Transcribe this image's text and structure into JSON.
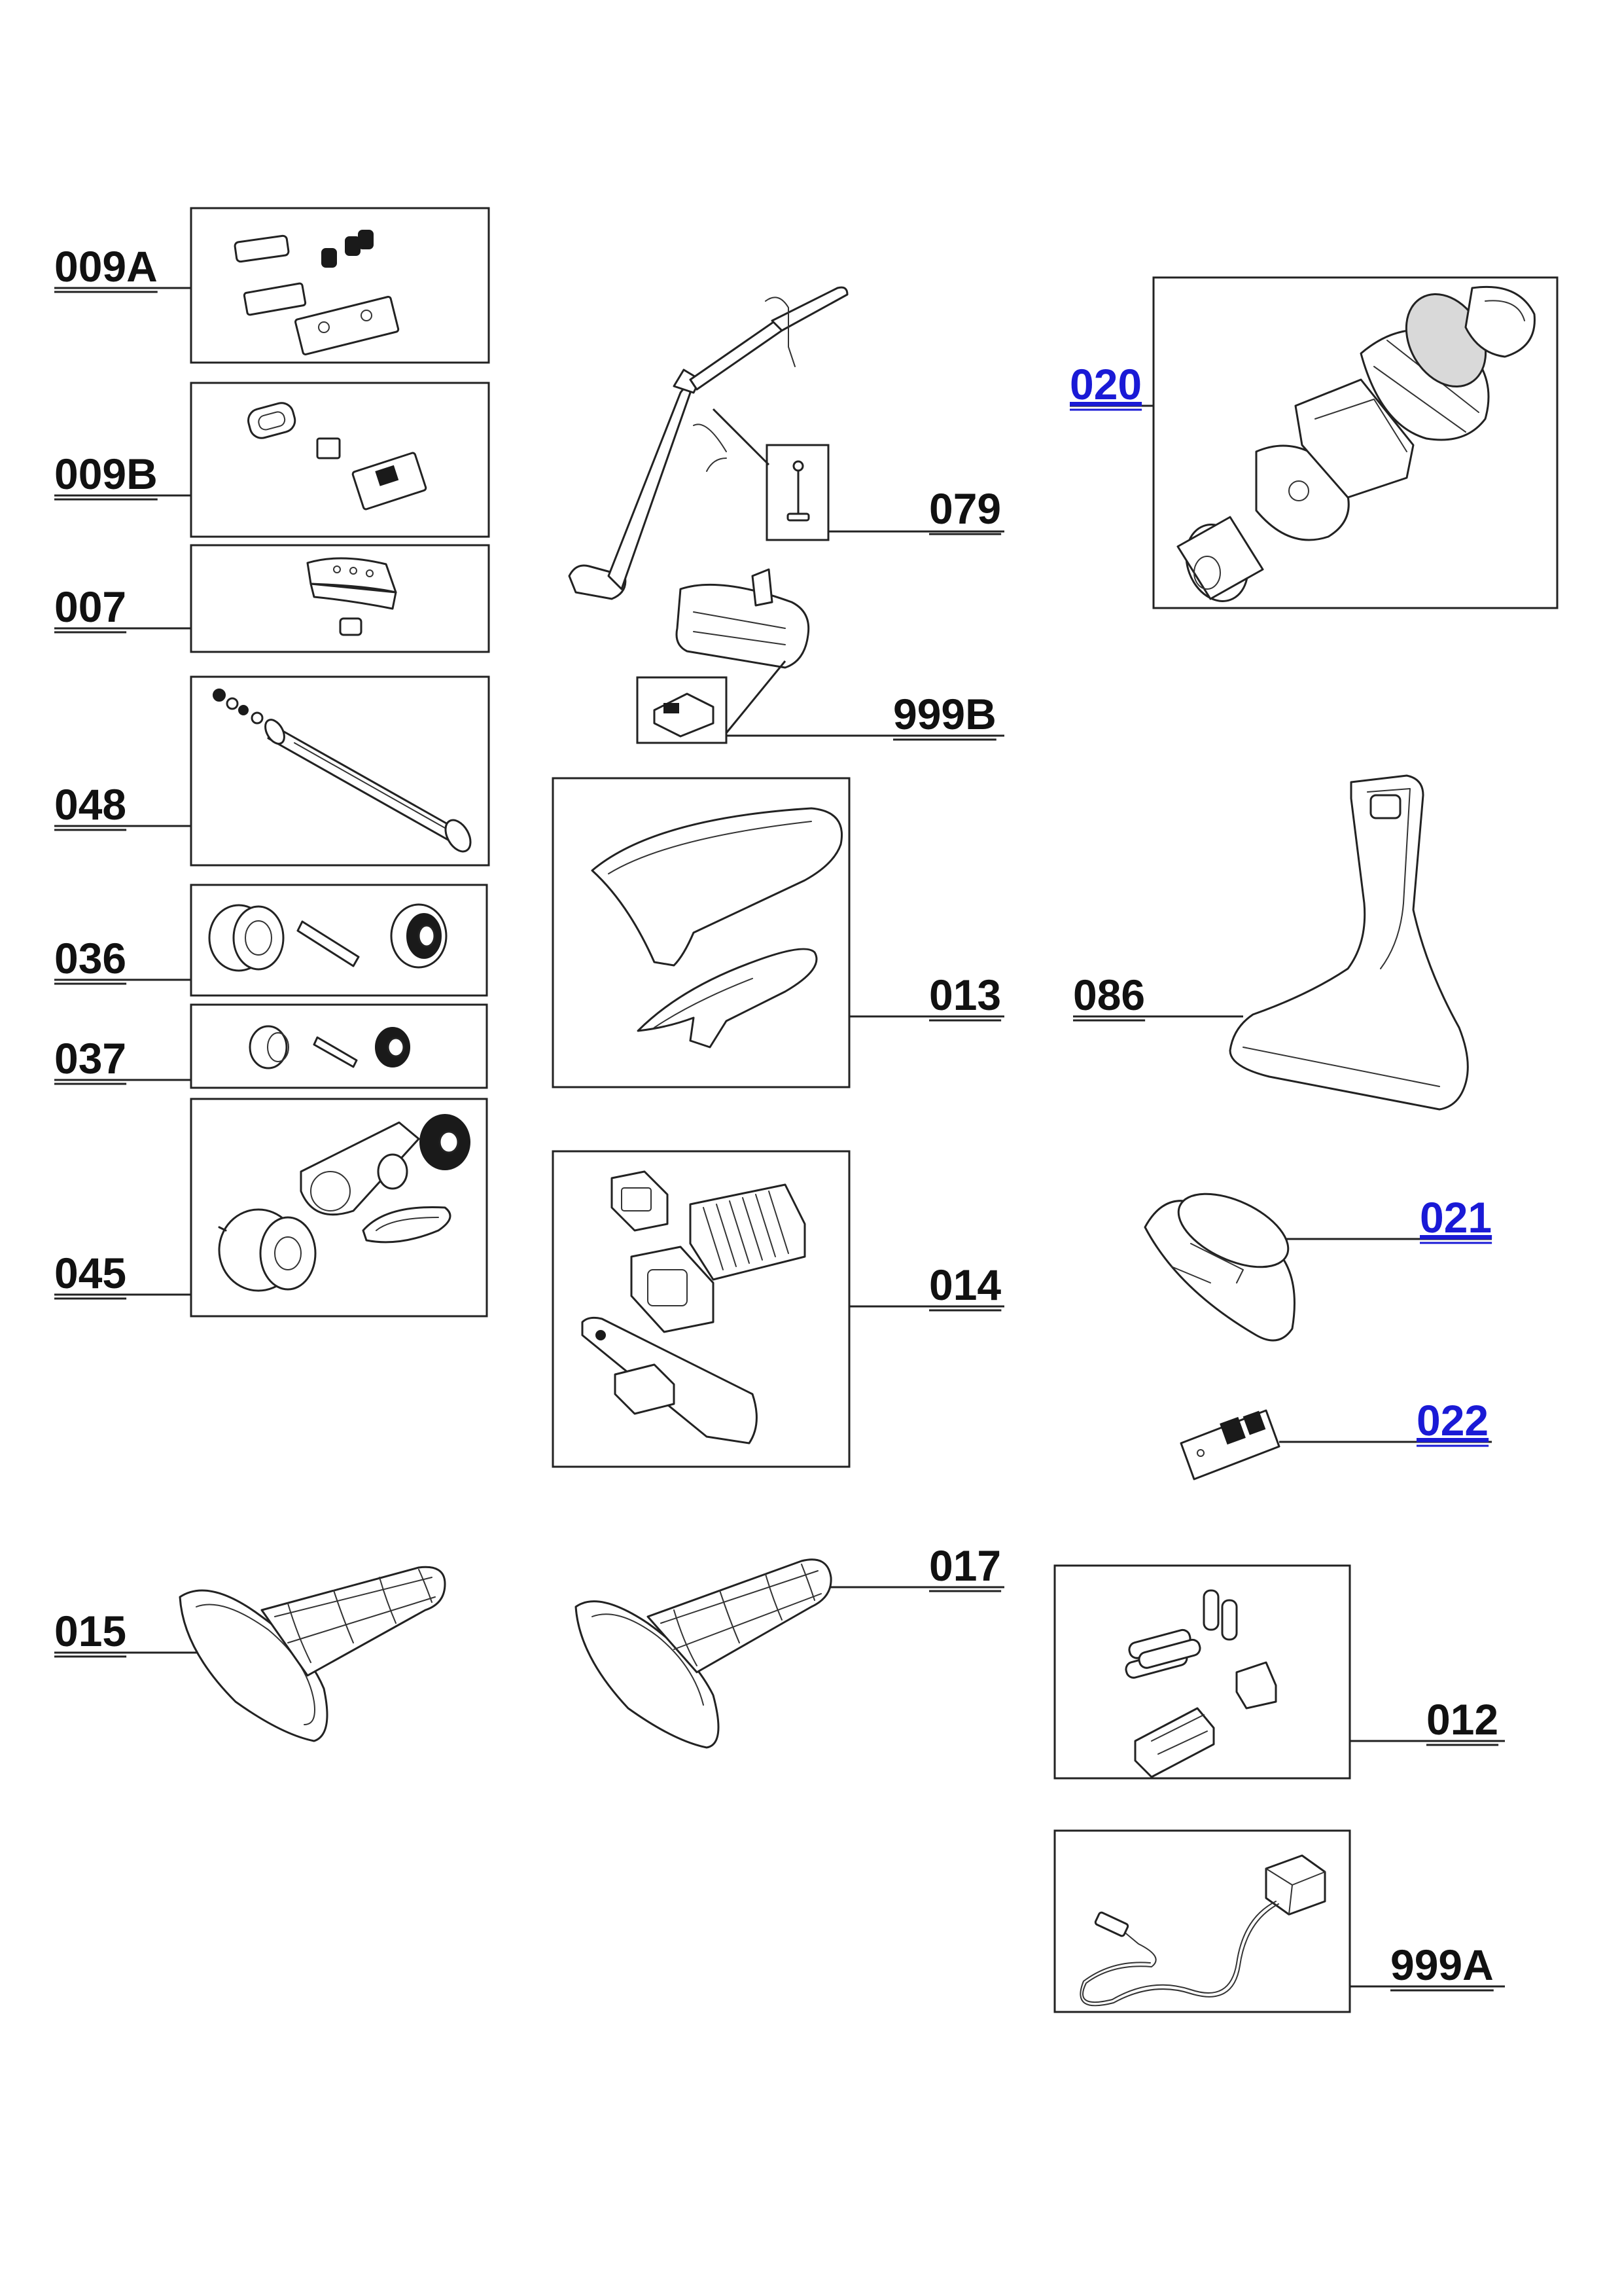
{
  "diagram": {
    "parts": [
      {
        "id": "009A",
        "link": false
      },
      {
        "id": "009B",
        "link": false
      },
      {
        "id": "007",
        "link": false
      },
      {
        "id": "048",
        "link": false
      },
      {
        "id": "036",
        "link": false
      },
      {
        "id": "037",
        "link": false
      },
      {
        "id": "045",
        "link": false
      },
      {
        "id": "079",
        "link": false
      },
      {
        "id": "999B",
        "link": false
      },
      {
        "id": "013",
        "link": false
      },
      {
        "id": "014",
        "link": false
      },
      {
        "id": "015",
        "link": false
      },
      {
        "id": "017",
        "link": false
      },
      {
        "id": "020",
        "link": true
      },
      {
        "id": "086",
        "link": false
      },
      {
        "id": "021",
        "link": true
      },
      {
        "id": "022",
        "link": true
      },
      {
        "id": "012",
        "link": false
      },
      {
        "id": "999A",
        "link": false
      }
    ],
    "colors": {
      "line": "#222222",
      "link": "#1a1ad6",
      "background": "#ffffff"
    }
  }
}
